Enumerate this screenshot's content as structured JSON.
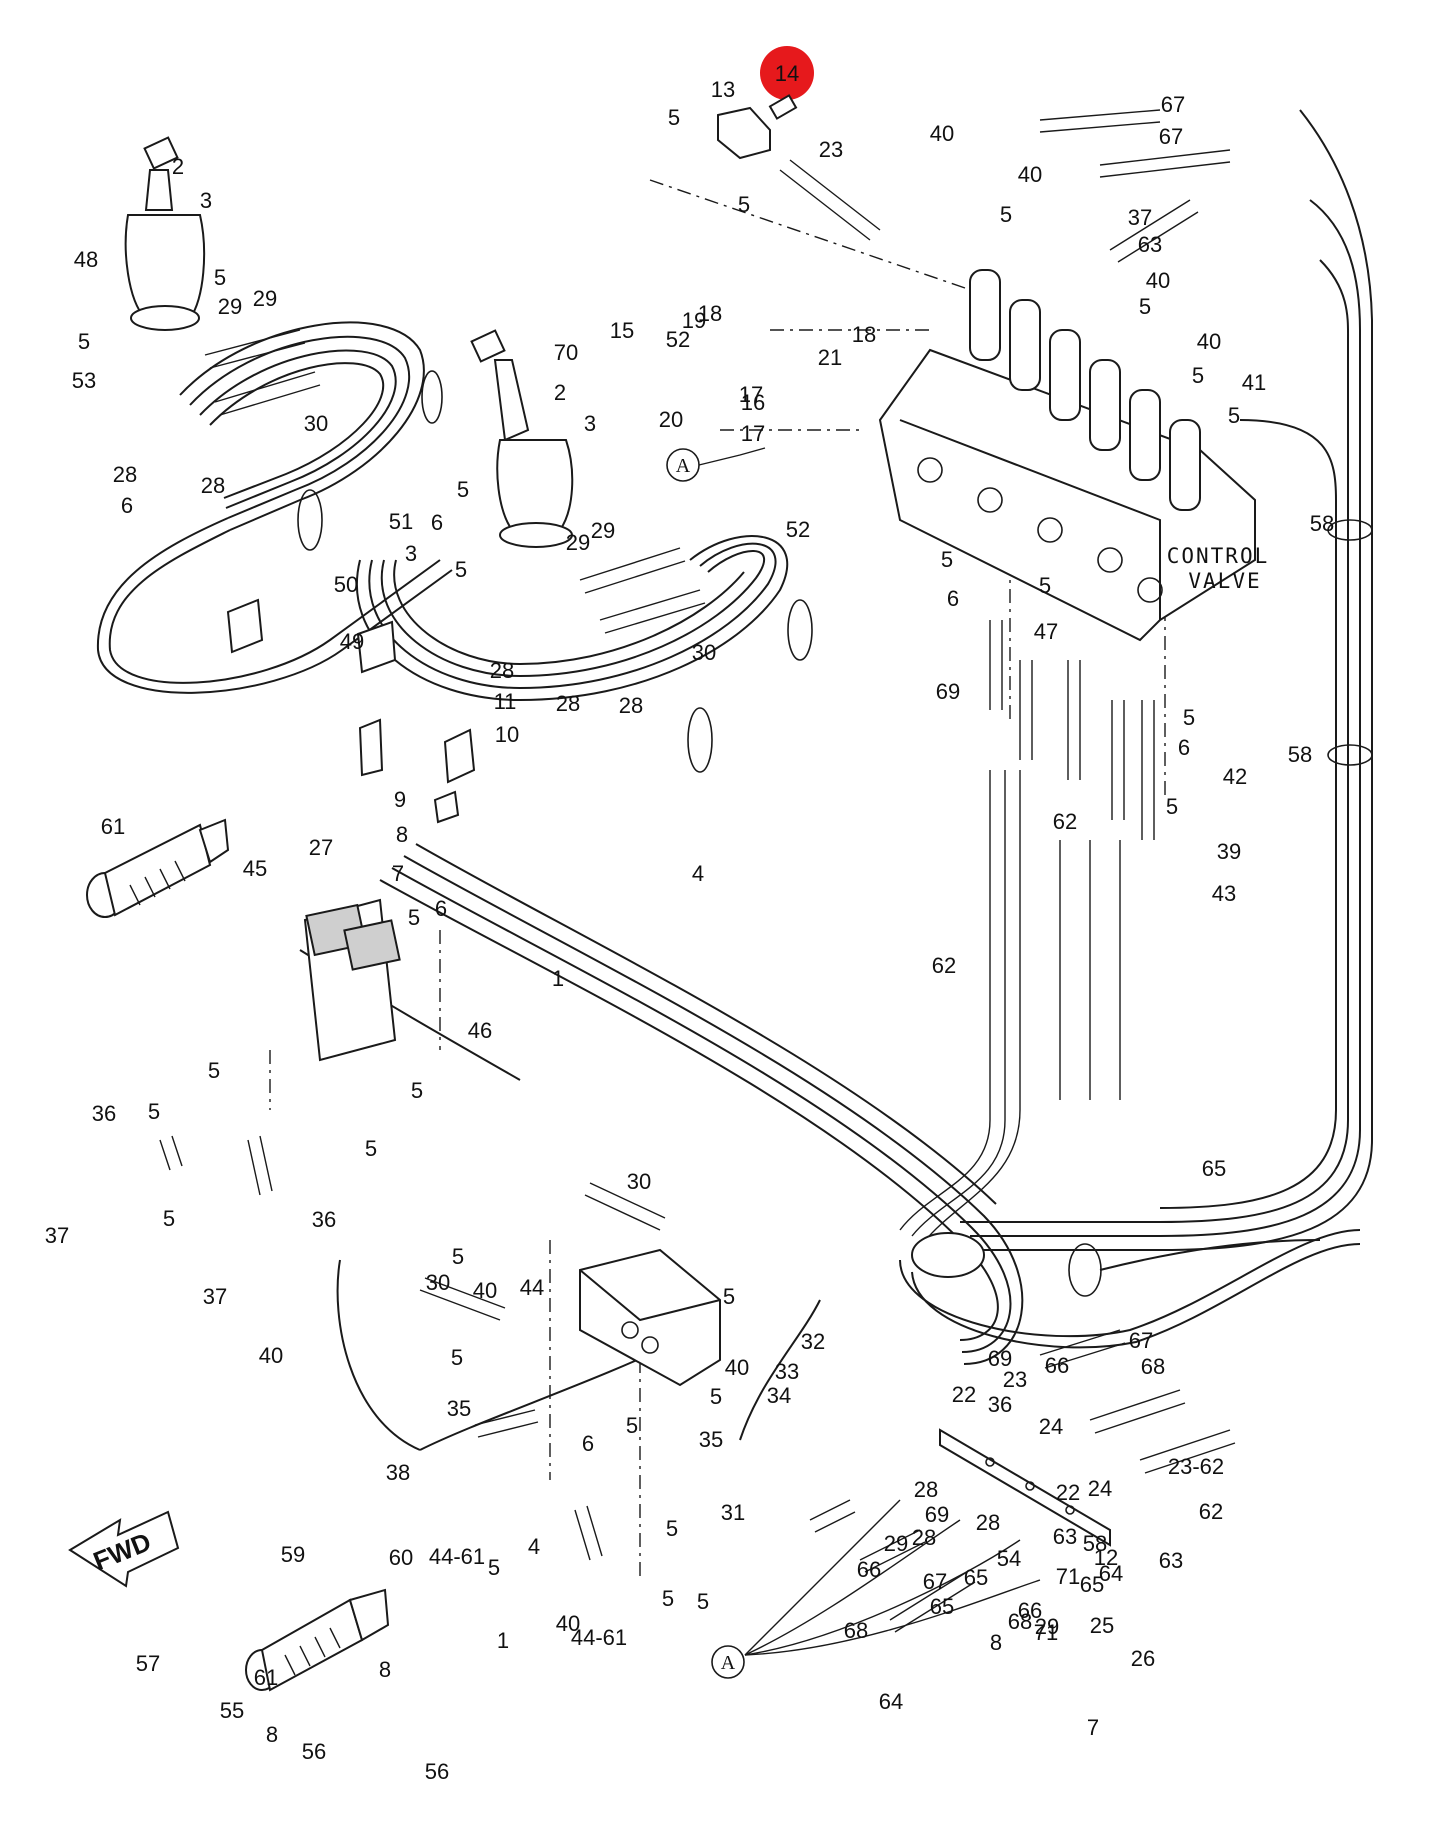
{
  "diagram": {
    "caption_line1": "CONTROL",
    "caption_line2": "VALVE",
    "forward_label": "FWD",
    "reference_marker": "A",
    "highlighted_part": "14",
    "highlight_color": "#e6191c",
    "callouts": [
      "1",
      "2",
      "3",
      "4",
      "5",
      "6",
      "7",
      "8",
      "9",
      "10",
      "11",
      "12",
      "13",
      "15",
      "16",
      "17",
      "18",
      "19",
      "20",
      "21",
      "22",
      "23",
      "24",
      "25",
      "26",
      "27",
      "28",
      "29",
      "30",
      "31",
      "32",
      "33",
      "34",
      "35",
      "36",
      "37",
      "38",
      "39",
      "40",
      "41",
      "42",
      "43",
      "44",
      "45",
      "46",
      "47",
      "48",
      "49",
      "50",
      "51",
      "52",
      "53",
      "54",
      "55",
      "56",
      "57",
      "58",
      "59",
      "60",
      "61",
      "62",
      "63",
      "64",
      "65",
      "66",
      "67",
      "68",
      "69",
      "70",
      "71",
      "44-61",
      "23-62"
    ]
  }
}
